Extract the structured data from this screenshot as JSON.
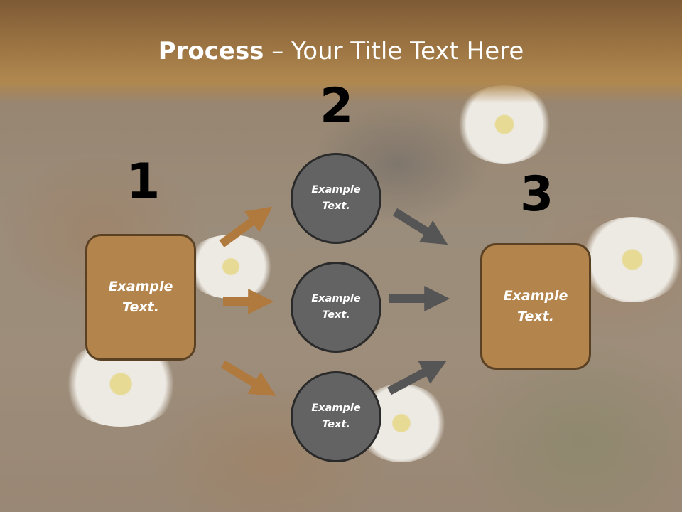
{
  "slide": {
    "title_bold": "Process",
    "title_rest": " – Your Title Text Here"
  },
  "steps": {
    "num1": "1",
    "num2": "2",
    "num3": "3"
  },
  "nodes": {
    "left_box": "Example\nText.",
    "circle_top": "Example\nText.",
    "circle_middle": "Example\nText.",
    "circle_bottom": "Example\nText.",
    "right_box": "Example\nText."
  },
  "colors": {
    "box_fill": "#b3844c",
    "circle_fill": "#636363",
    "arrow_brown": "#b07a3e",
    "arrow_gray": "#555555",
    "title_band": "#9c7443"
  }
}
